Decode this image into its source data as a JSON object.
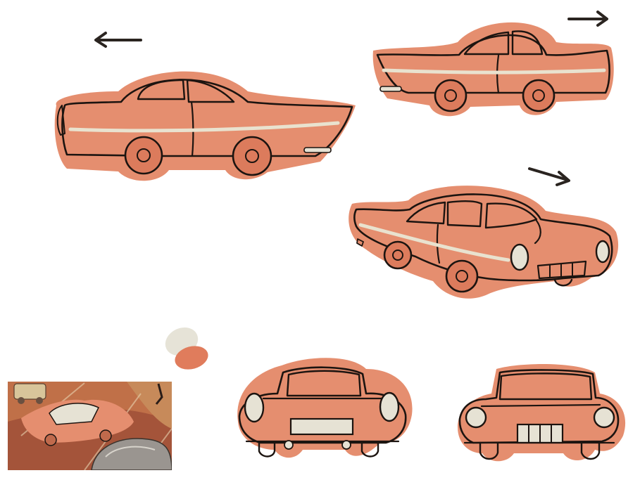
{
  "sheet": {
    "kind": "car turnaround character sheet",
    "views": [
      {
        "id": "side-left",
        "facing": "left"
      },
      {
        "id": "side-right",
        "facing": "right"
      },
      {
        "id": "three-quarter",
        "facing": "right"
      },
      {
        "id": "rear",
        "facing": "rear"
      },
      {
        "id": "front",
        "facing": "front"
      }
    ],
    "arrows": [
      "left",
      "right",
      "right"
    ]
  },
  "palette": {
    "body": "#dc7b5c",
    "shadow_blob": "#e58e6f",
    "window": "#e6e2d4",
    "trim": "#e9e2cf",
    "ink": "#1c1410",
    "background": "#ffffff",
    "reference_bg": "#a4543a"
  },
  "icons": {
    "arrow_left": "arrow-left-icon",
    "arrow_right": "arrow-right-icon"
  }
}
